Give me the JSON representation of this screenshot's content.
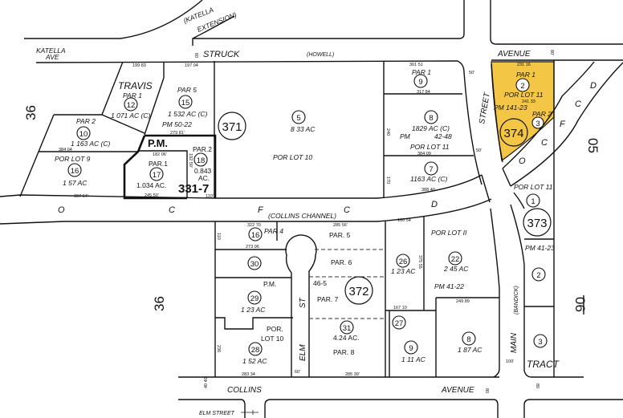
{
  "map": {
    "highlight_color": "#F4C645",
    "highlighted_page": "374",
    "streets": {
      "katella_ext_1": "(KATELLA",
      "katella_ext_2": "EXTENSION)",
      "katella": "KATELLA",
      "ave": "AVE",
      "struck": "STRUCK",
      "howell": "(HOWELL)",
      "avenue_top": "AVENUE",
      "street": "STREET",
      "main": "MAIN",
      "bandick": "(BANDICK)",
      "collins": "COLLINS",
      "avenue_bottom": "AVENUE",
      "elm": "ELM",
      "st": "ST",
      "elm_street": "ELM STREET",
      "collins_channel": "(COLLINS CHANNEL)",
      "tract": "TRACT"
    },
    "channel_letters_lower": [
      "O",
      "C",
      "F",
      "C",
      "D"
    ],
    "channel_letters_upper": [
      "O",
      "C",
      "F",
      "C",
      "D"
    ],
    "sections": [
      "36",
      "36",
      "05",
      "06"
    ],
    "book_pages": [
      "371",
      "372",
      "373",
      "374",
      "331-7"
    ],
    "parcels": {
      "p12": {
        "num": "12",
        "name": "TRAVIS",
        "par": "PAR 1",
        "area": "1 071 AC (C)"
      },
      "p15": {
        "num": "15",
        "par": "PAR 5",
        "area": "1 532 AC (C)",
        "pm": "PM 50-22"
      },
      "p5": {
        "num": "5",
        "area": "8 33 AC",
        "lot": "POR LOT 10"
      },
      "p10": {
        "num": "10",
        "par": "PAR 2",
        "area": "1 163 AC (C)"
      },
      "p16a": {
        "num": "16",
        "lot": "POR LOT 9",
        "area": "1 57 AC"
      },
      "pm_label": "P.M.",
      "p17": {
        "num": "17",
        "par": "PAR.1",
        "area": "1.034 AC."
      },
      "p18": {
        "num": "18",
        "par": "PAR.2",
        "area": "0.843",
        "unit": "AC."
      },
      "p9a": {
        "num": "9",
        "par": "PAR 1"
      },
      "p8a": {
        "num": "8",
        "area": "1829 AC (C)",
        "pm": "PM",
        "pm_no": "42-48",
        "lot": "POR LOT 11"
      },
      "p7": {
        "num": "7",
        "area": "1163 AC (C)"
      },
      "p2a": {
        "num": "2",
        "par": "PAR 1",
        "lot": "POR LOT 11",
        "pm": "PM 141-23"
      },
      "p3a": {
        "num": "3",
        "par": "PAR 2"
      },
      "p1": {
        "num": "1",
        "lot": "POR LOT 11"
      },
      "pm4123": "PM 41-23",
      "p2b": {
        "num": "2"
      },
      "p3b": {
        "num": "3"
      },
      "p16b": {
        "num": "16",
        "par": "PAR 4"
      },
      "p30": {
        "num": "30"
      },
      "p29": {
        "num": "29",
        "pm": "P.M.",
        "area": "1 23 AC"
      },
      "p28": {
        "num": "28",
        "por": "POR.",
        "lot": "LOT 10",
        "area": "1 52 AC"
      },
      "par5": "PAR. 5",
      "par6": "PAR. 6",
      "pm465": "46-5",
      "par7": "PAR. 7",
      "p31": {
        "num": "31",
        "area": "4.24 AC.",
        "par": "PAR. 8"
      },
      "p26": {
        "num": "26",
        "area": "1 23 AC"
      },
      "p22": {
        "num": "22",
        "lot": "POR LOT II",
        "area": "2 45 AC",
        "pm": "PM 41-22"
      },
      "p27": {
        "num": "27"
      },
      "p9b": {
        "num": "9",
        "area": "1 11 AC"
      },
      "p8b": {
        "num": "8",
        "area": "1 87 AC"
      }
    },
    "dimensions": {
      "d1": "199 83",
      "d2": "197 04",
      "d3": "279 81'",
      "d4": "384 04",
      "d5": "307 64'",
      "d6": "245 50'",
      "d7": "110'",
      "d8": "301 51",
      "d9": "317 84",
      "d10": "384 09",
      "d11": "388 40",
      "d12": "231 16",
      "d13": "241 33",
      "d14": "50'",
      "d15": "50'",
      "d16": "80'",
      "d17": "60",
      "d18": "322 70",
      "d19": "273 06",
      "d20": "283 34",
      "d21": "285 56'",
      "d22": "285 39'",
      "d23": "160 54",
      "d24": "167 10",
      "d25": "249 89",
      "d26": "375 55",
      "d27": "100'",
      "d28": "80",
      "d29": "80",
      "d30": "40 40",
      "d31": "60'",
      "d32": "240",
      "d33": "170",
      "d34": "110",
      "d35": "236",
      "d36": "182 06'",
      "d37": "192 50'"
    }
  }
}
